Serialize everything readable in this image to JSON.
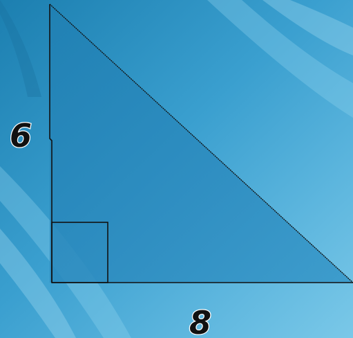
{
  "diagram": {
    "shape": "right triangle",
    "vertical_leg_label": "6",
    "horizontal_leg_label": "8",
    "right_angle_marker": true
  },
  "colors": {
    "background_dark": "#1c7fb0",
    "background_light": "#6cc0e4",
    "triangle_fill": "#2a86b8",
    "line": "#111111"
  }
}
